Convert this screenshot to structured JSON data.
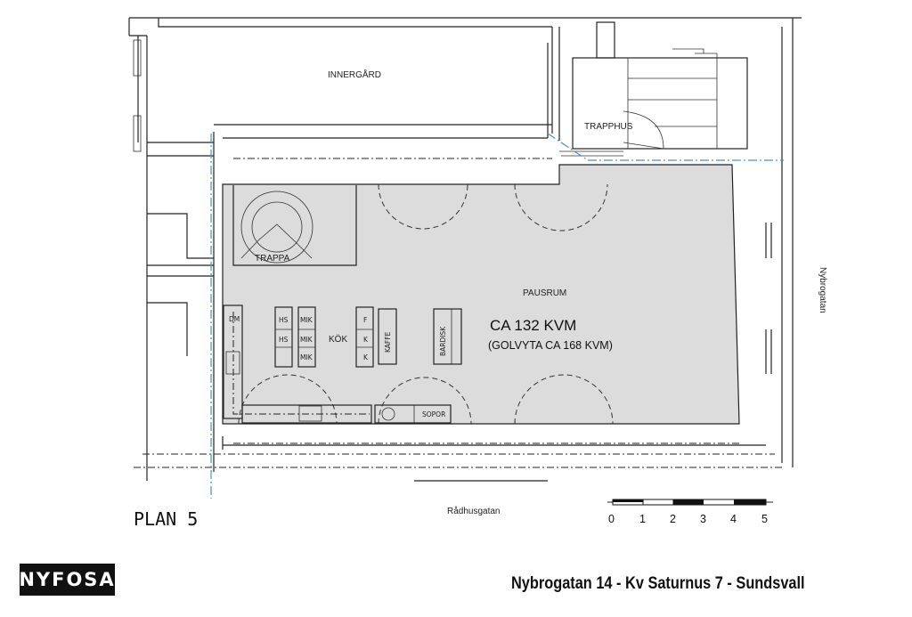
{
  "plan": {
    "courtyard": "INNERGÅRD",
    "stairwell": "TRAPPHUS",
    "stairs": "TRAPPA",
    "room": "PAUSRUM",
    "area": "CA 132 KVM",
    "floor_area": "(GOLVYTA CA 168 KVM)",
    "kitchen": "KÖK",
    "appliances": {
      "hs1": "HS",
      "hs2": "HS",
      "mik1": "MIK",
      "mik2": "MIK",
      "mik3": "MIK",
      "f": "F",
      "k1": "K",
      "k2": "K",
      "kaffe": "KAFFE",
      "bardisk": "BARDISK",
      "dm": "DM",
      "sopor": "SOPOR"
    },
    "street_east": "Nybrogatan",
    "street_south": "Rådhusgatan",
    "plan_label": "PLAN 5"
  },
  "scale_bar": {
    "ticks": [
      "0",
      "1",
      "2",
      "3",
      "4",
      "5"
    ]
  },
  "brand": {
    "logo": "NYFOSA"
  },
  "footer": {
    "title": "Nybrogatan 14 - Kv Saturnus 7 - Sundsvall"
  },
  "colors": {
    "room_fill": "#dcdcdc",
    "axis_line": "#4a90c8"
  }
}
